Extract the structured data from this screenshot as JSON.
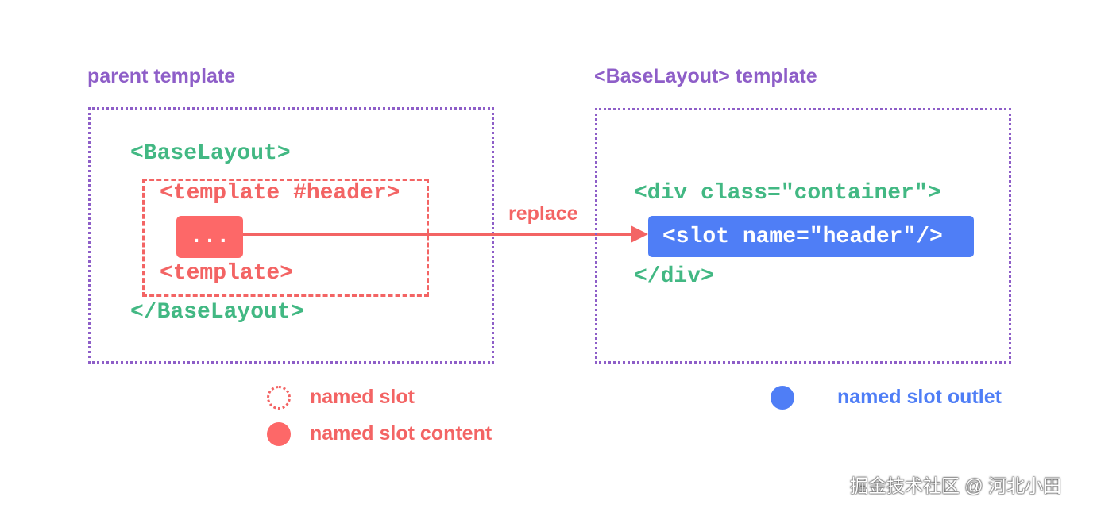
{
  "left_panel": {
    "title": "parent template",
    "line1": "<BaseLayout>",
    "slot_open": "<template #header>",
    "content": "...",
    "slot_close": "<template>",
    "line_last": "</BaseLayout>"
  },
  "right_panel": {
    "title": "<BaseLayout> template",
    "line1": "<div class=\"container\">",
    "outlet": "<slot name=\"header\"/>",
    "line_last": "</div>"
  },
  "arrow": {
    "label": "replace"
  },
  "legend": {
    "named_slot": "named slot",
    "named_slot_content": "named slot content",
    "named_slot_outlet": "named slot outlet"
  },
  "watermark": "掘金技术社区 @ 河北小田",
  "colors": {
    "frame": "#8e5ec8",
    "code": "#42b883",
    "slot": "#f36464",
    "slot_content": "#fd6868",
    "outlet": "#4f7ef6"
  },
  "icons": {
    "named_slot": "dotted-circle-icon",
    "named_slot_content": "filled-red-circle-icon",
    "named_slot_outlet": "filled-blue-circle-icon"
  }
}
